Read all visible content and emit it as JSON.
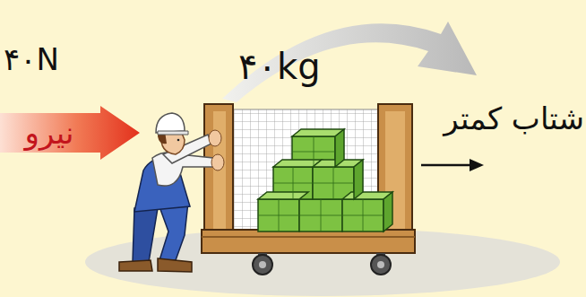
{
  "diagram": {
    "nodes": [
      {
        "text": [
          "نیرو"
        ]
      }
    ],
    "labels": [
      "۴۰N",
      "۴۰kg",
      "شتاب کمتر"
    ]
  }
}
